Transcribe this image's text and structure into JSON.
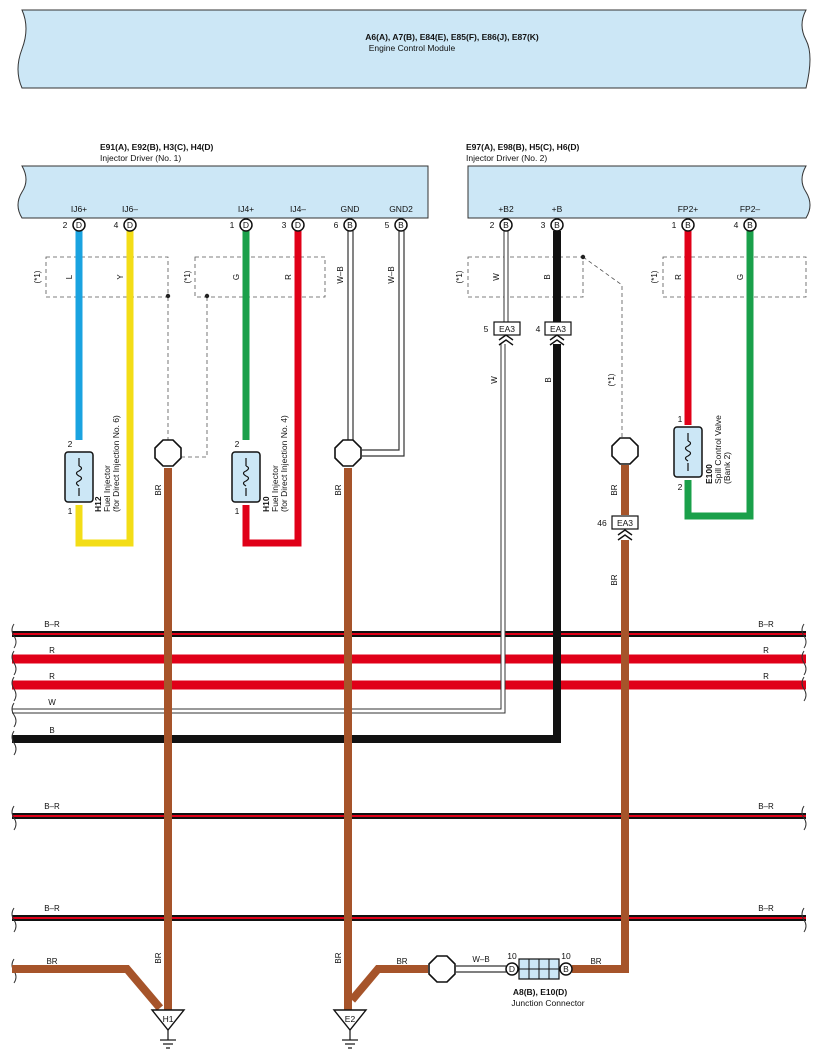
{
  "ecm": {
    "connectors": "A6(A), A7(B), E84(E), E85(F), E86(J), E87(K)",
    "name": "Engine Control Module"
  },
  "driver1": {
    "connectors": "E91(A), E92(B), H3(C), H4(D)",
    "name": "Injector Driver (No. 1)",
    "pins": [
      {
        "label": "IJ6+",
        "num": "2",
        "letter": "D"
      },
      {
        "label": "IJ6–",
        "num": "4",
        "letter": "D"
      },
      {
        "label": "IJ4+",
        "num": "1",
        "letter": "D"
      },
      {
        "label": "IJ4–",
        "num": "3",
        "letter": "D"
      },
      {
        "label": "GND",
        "num": "6",
        "letter": "B"
      },
      {
        "label": "GND2",
        "num": "5",
        "letter": "B"
      }
    ]
  },
  "driver2": {
    "connectors": "E97(A), E98(B), H5(C), H6(D)",
    "name": "Injector Driver (No. 2)",
    "pins": [
      {
        "label": "+B2",
        "num": "2",
        "letter": "B"
      },
      {
        "label": "+B",
        "num": "3",
        "letter": "B"
      },
      {
        "label": "FP2+",
        "num": "1",
        "letter": "B"
      },
      {
        "label": "FP2–",
        "num": "4",
        "letter": "B"
      }
    ]
  },
  "shield_note": "(*1)",
  "wires": {
    "L": "L",
    "Y": "Y",
    "G": "G",
    "R": "R",
    "W": "W",
    "B": "B",
    "WB": "W–B",
    "BR": "BR",
    "BR2": "B–R"
  },
  "ea3": {
    "label": "EA3",
    "pin5": "5",
    "pin4": "4",
    "pin46": "46"
  },
  "h12": {
    "id": "H12",
    "name": "Fuel Injector",
    "desc": "(for Direct Injection No. 6)",
    "pin_top": "2",
    "pin_bottom": "1"
  },
  "h10": {
    "id": "H10",
    "name": "Fuel Injector",
    "desc": "(for Direct Injection No. 4)",
    "pin_top": "2",
    "pin_bottom": "1"
  },
  "e100": {
    "id": "E100",
    "name": "Spill Control Valve",
    "desc": "(Bank 2)",
    "pin_top": "1",
    "pin_bottom": "2"
  },
  "junction": {
    "connectors": "A8(B), E10(D)",
    "name": "Junction Connector",
    "pin_left": "10",
    "pin_right": "10",
    "letter_left": "D",
    "letter_right": "B"
  },
  "grounds": {
    "h1": "H1",
    "e2": "E2"
  },
  "colors": {
    "box": "#cce7f6",
    "blue": "#1aa3e0",
    "yellow": "#f3dd17",
    "green": "#1aa04a",
    "red": "#e00018",
    "brown": "#a6542a",
    "black": "#111111"
  }
}
